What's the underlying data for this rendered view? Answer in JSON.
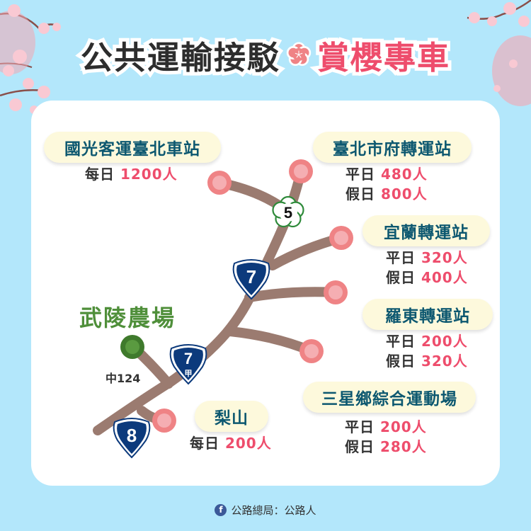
{
  "title": {
    "left": "公共運輸接駁",
    "right": "賞櫻專車",
    "separator_icon": "cherry-blossom-icon"
  },
  "colors": {
    "background": "#b3e7fb",
    "card": "#ffffff",
    "title_dark": "#2d2d2d",
    "title_accent": "#ee4d6c",
    "pill_bg": "#fdf9dc",
    "pill_text": "#0d5870",
    "number": "#ee4d6c",
    "route_line": "#9b7b70",
    "endpoint": "#ef8385",
    "farm_green": "#4f8f3a",
    "shield_blue": "#0c3a7c"
  },
  "destination": {
    "name": "武陵農場",
    "road_code": "中124"
  },
  "stations": [
    {
      "name": "國光客運臺北車站",
      "stats": [
        {
          "label": "每日",
          "value": "1200人"
        }
      ]
    },
    {
      "name": "臺北市府轉運站",
      "stats": [
        {
          "label": "平日",
          "value": "480人"
        },
        {
          "label": "假日",
          "value": "800人"
        }
      ]
    },
    {
      "name": "宜蘭轉運站",
      "stats": [
        {
          "label": "平日",
          "value": "320人"
        },
        {
          "label": "假日",
          "value": "400人"
        }
      ]
    },
    {
      "name": "羅東轉運站",
      "stats": [
        {
          "label": "平日",
          "value": "200人"
        },
        {
          "label": "假日",
          "value": "320人"
        }
      ]
    },
    {
      "name": "三星鄉綜合運動場",
      "stats": [
        {
          "label": "平日",
          "value": "200人"
        },
        {
          "label": "假日",
          "value": "280人"
        }
      ]
    },
    {
      "name": "梨山",
      "stats": [
        {
          "label": "每日",
          "value": "200人"
        }
      ]
    }
  ],
  "road_shields": [
    {
      "type": "national-expressway",
      "number": "5"
    },
    {
      "type": "provincial-highway",
      "number": "7"
    },
    {
      "type": "provincial-highway",
      "number": "7",
      "suffix": "甲"
    },
    {
      "type": "provincial-highway",
      "number": "8"
    }
  ],
  "footer": {
    "icon": "facebook-icon",
    "text": "公路總局：公路人"
  }
}
